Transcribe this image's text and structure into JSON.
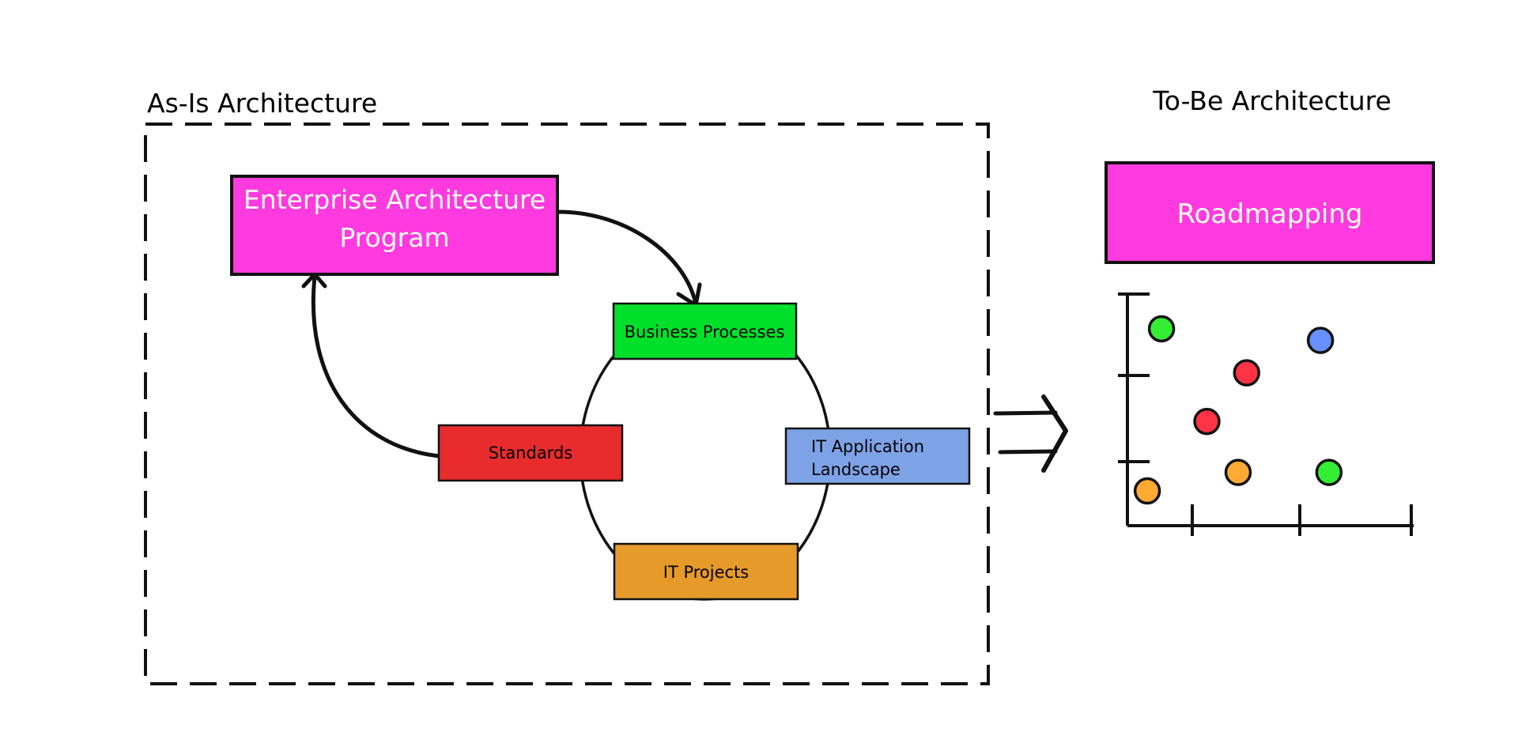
{
  "as_is": {
    "title": "As-Is Architecture",
    "program_box": {
      "line1": "Enterprise Architecture",
      "line2": "Program",
      "color": "#ff3ade",
      "text_color": "#ffffff"
    },
    "cycle_nodes": [
      {
        "id": "business-processes",
        "lines": [
          "Business Processes"
        ],
        "color": "#00e02a"
      },
      {
        "id": "it-application-landscape",
        "lines": [
          "IT Application",
          "Landscape"
        ],
        "color": "#7ea2e6"
      },
      {
        "id": "it-projects",
        "lines": [
          "IT Projects"
        ],
        "color": "#e69a2a"
      },
      {
        "id": "standards",
        "lines": [
          "Standards"
        ],
        "color": "#e82c2e"
      }
    ]
  },
  "transition_arrow": {
    "icon": "double-arrow-right-icon"
  },
  "to_be": {
    "title": "To-Be Architecture",
    "roadmap_box": {
      "label": "Roadmapping",
      "color": "#ff3ade",
      "text_color": "#ffffff"
    },
    "portfolio_plot": {
      "x_ticks": 3,
      "y_ticks": 3,
      "points": [
        {
          "x": 0.12,
          "y": 0.85,
          "color": "#33ee33"
        },
        {
          "x": 0.68,
          "y": 0.8,
          "color": "#6690ff"
        },
        {
          "x": 0.42,
          "y": 0.66,
          "color": "#ff3344"
        },
        {
          "x": 0.28,
          "y": 0.45,
          "color": "#ff3344"
        },
        {
          "x": 0.39,
          "y": 0.23,
          "color": "#ffaa33"
        },
        {
          "x": 0.71,
          "y": 0.23,
          "color": "#33ee33"
        },
        {
          "x": 0.07,
          "y": 0.15,
          "color": "#ffaa33"
        }
      ]
    }
  }
}
